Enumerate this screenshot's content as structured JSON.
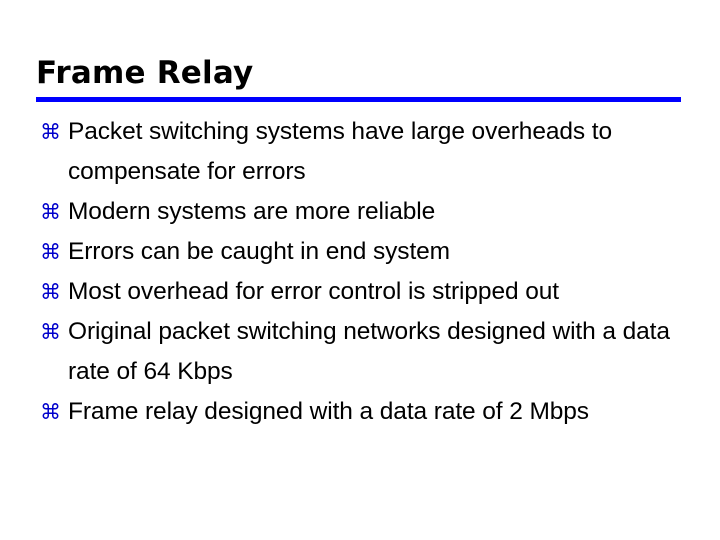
{
  "slide": {
    "title": "Frame Relay",
    "accent_color": "#0000ff",
    "bullet_color": "#0000cc",
    "text_color": "#000000",
    "background_color": "#ffffff",
    "bullet_glyph": "⌘",
    "bullet_icon_name": "place-of-interest-bullet-icon",
    "bullets": [
      {
        "text": "Packet switching systems have large overheads to compensate for errors"
      },
      {
        "text": "Modern systems are more reliable"
      },
      {
        "text": "Errors can be caught in end system"
      },
      {
        "text": "Most overhead for error control is stripped out"
      },
      {
        "text": "Original packet switching networks designed with a data rate of 64 Kbps"
      },
      {
        "text": "Frame relay designed with a data rate of 2 Mbps"
      }
    ]
  }
}
